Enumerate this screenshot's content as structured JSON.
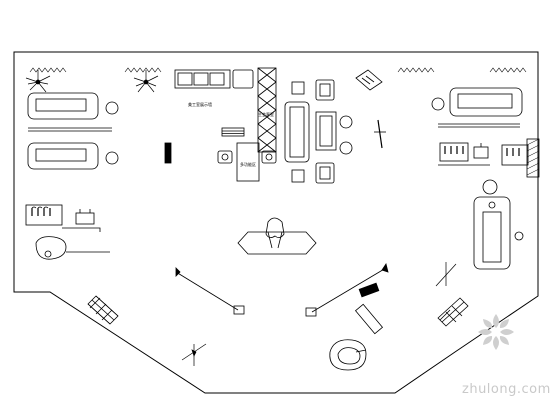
{
  "drawing": {
    "room_labels": {
      "label_a": "美工室展示墙",
      "label_b": "多功能区",
      "label_c": "主会客室"
    },
    "colors": {
      "line": "#000000",
      "background": "#ffffff",
      "watermark": "#c9c9c9"
    }
  },
  "watermark": {
    "text": "zhulong.com",
    "icon": "flower-logo-icon"
  }
}
